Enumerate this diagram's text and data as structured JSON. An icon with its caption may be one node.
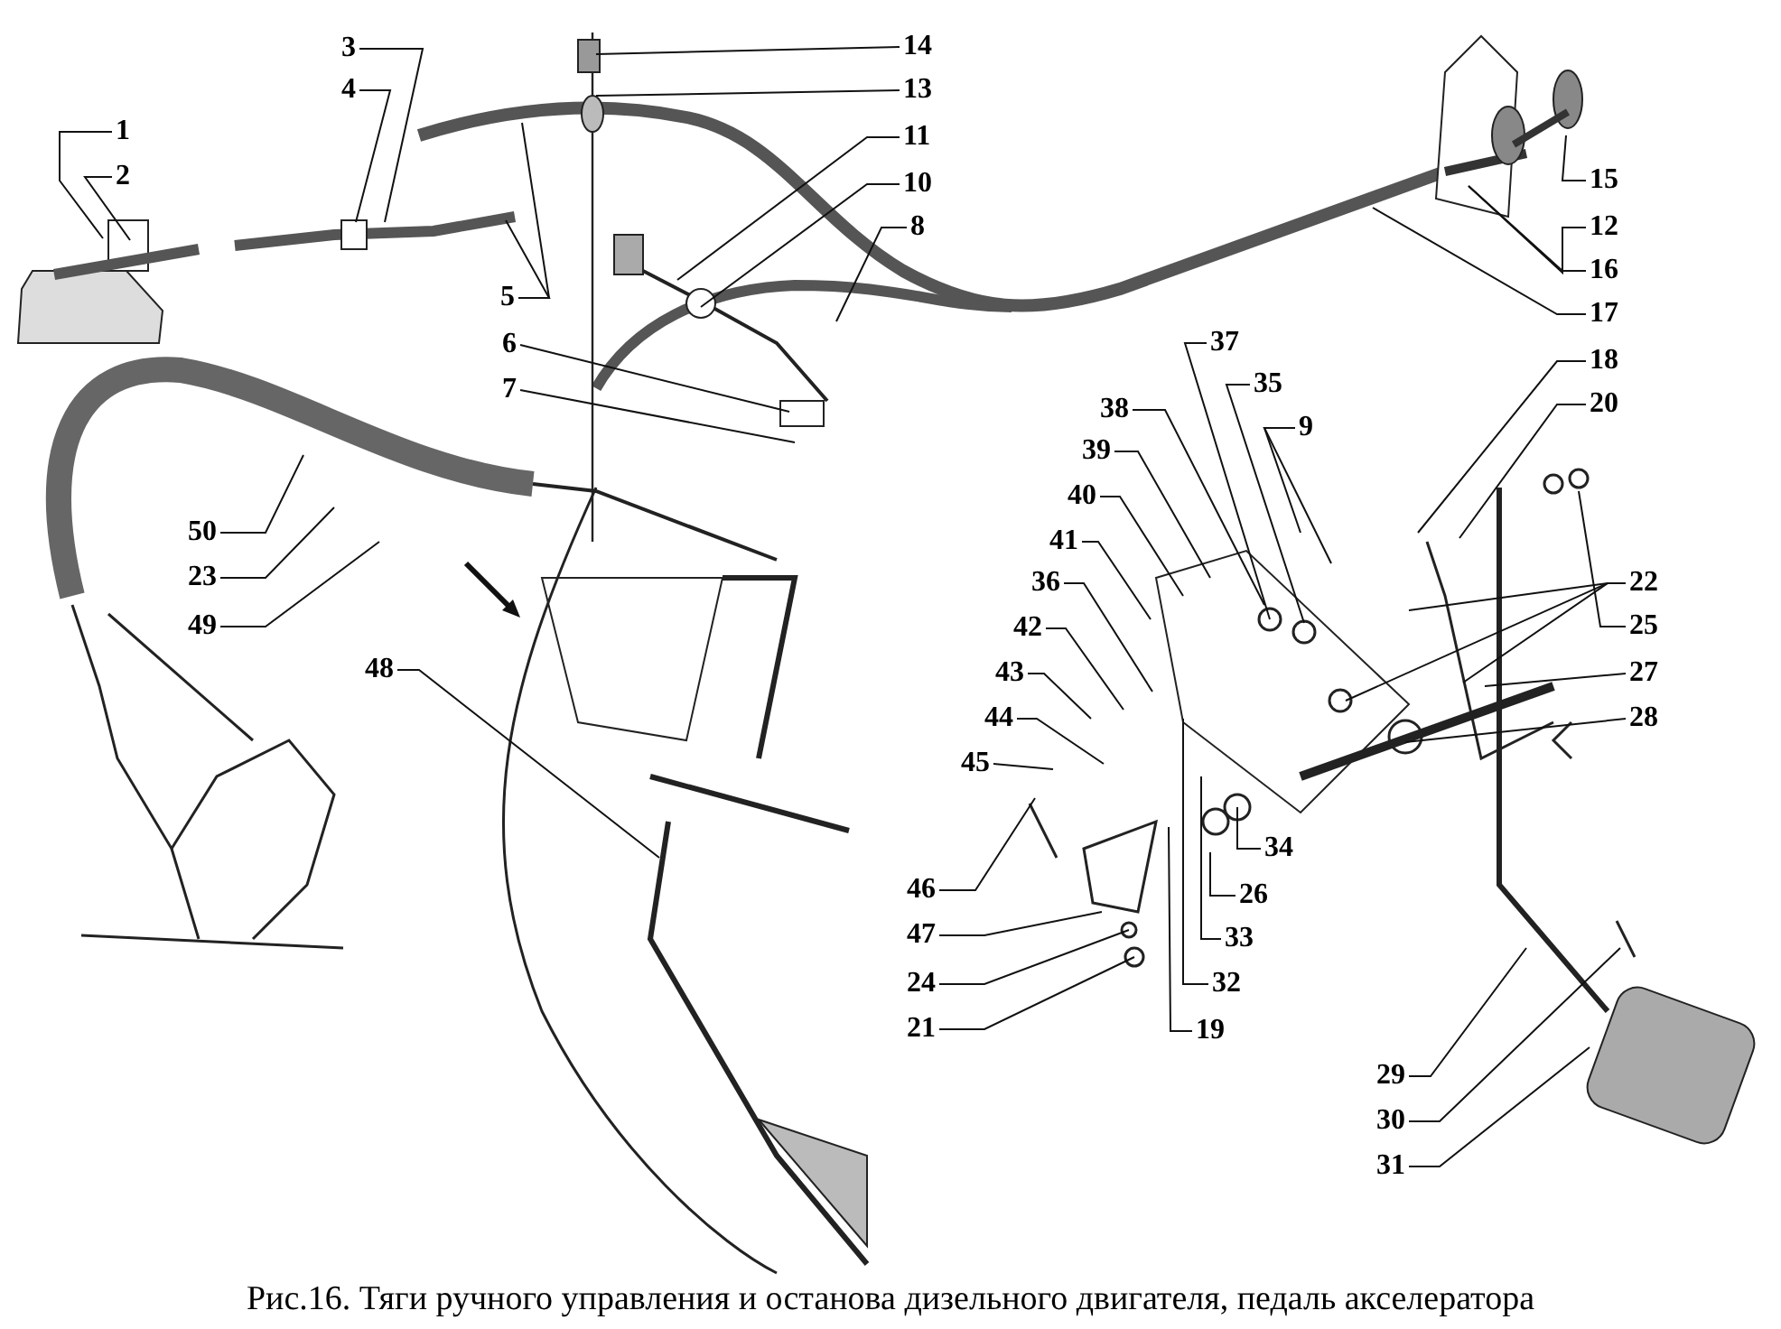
{
  "diagram": {
    "caption": "Рис.16. Тяги ручного управления и останова дизельного двигателя, педаль акселератора",
    "nodes": [
      {
        "text": [
          "1"
        ]
      },
      {
        "text": [
          "2"
        ]
      },
      {
        "text": [
          "3"
        ]
      },
      {
        "text": [
          "4"
        ]
      },
      {
        "text": [
          "5"
        ]
      },
      {
        "text": [
          "6"
        ]
      },
      {
        "text": [
          "7"
        ]
      },
      {
        "text": [
          "8"
        ]
      },
      {
        "text": [
          "9"
        ]
      },
      {
        "text": [
          "10"
        ]
      },
      {
        "text": [
          "11"
        ]
      },
      {
        "text": [
          "12"
        ]
      },
      {
        "text": [
          "13"
        ]
      },
      {
        "text": [
          "14"
        ]
      },
      {
        "text": [
          "15"
        ]
      },
      {
        "text": [
          "16"
        ]
      },
      {
        "text": [
          "17"
        ]
      },
      {
        "text": [
          "18"
        ]
      },
      {
        "text": [
          "19"
        ]
      },
      {
        "text": [
          "20"
        ]
      },
      {
        "text": [
          "21"
        ]
      },
      {
        "text": [
          "22"
        ]
      },
      {
        "text": [
          "23"
        ]
      },
      {
        "text": [
          "24"
        ]
      },
      {
        "text": [
          "25"
        ]
      },
      {
        "text": [
          "26"
        ]
      },
      {
        "text": [
          "27"
        ]
      },
      {
        "text": [
          "28"
        ]
      },
      {
        "text": [
          "29"
        ]
      },
      {
        "text": [
          "30"
        ]
      },
      {
        "text": [
          "31"
        ]
      },
      {
        "text": [
          "32"
        ]
      },
      {
        "text": [
          "33"
        ]
      },
      {
        "text": [
          "34"
        ]
      },
      {
        "text": [
          "35"
        ]
      },
      {
        "text": [
          "36"
        ]
      },
      {
        "text": [
          "37"
        ]
      },
      {
        "text": [
          "38"
        ]
      },
      {
        "text": [
          "39"
        ]
      },
      {
        "text": [
          "40"
        ]
      },
      {
        "text": [
          "41"
        ]
      },
      {
        "text": [
          "42"
        ]
      },
      {
        "text": [
          "43"
        ]
      },
      {
        "text": [
          "44"
        ]
      },
      {
        "text": [
          "45"
        ]
      },
      {
        "text": [
          "46"
        ]
      },
      {
        "text": [
          "47"
        ]
      },
      {
        "text": [
          "48"
        ]
      },
      {
        "text": [
          "49"
        ]
      },
      {
        "text": [
          "50"
        ]
      }
    ],
    "edges": [
      {
        "from": 0,
        "to": null,
        "arrow": "none"
      },
      {
        "from": 1,
        "to": null,
        "arrow": "none"
      },
      {
        "from": 2,
        "to": null,
        "arrow": "none"
      },
      {
        "from": 3,
        "to": null,
        "arrow": "none"
      },
      {
        "from": 4,
        "to": null,
        "arrow": "none"
      },
      {
        "from": 4,
        "to": null,
        "arrow": "none"
      },
      {
        "from": 5,
        "to": null,
        "arrow": "none"
      },
      {
        "from": 6,
        "to": null,
        "arrow": "none"
      },
      {
        "from": 7,
        "to": null,
        "arrow": "none"
      },
      {
        "from": 8,
        "to": null,
        "arrow": "none"
      },
      {
        "from": 8,
        "to": null,
        "arrow": "none"
      },
      {
        "from": 9,
        "to": null,
        "arrow": "none"
      },
      {
        "from": 10,
        "to": null,
        "arrow": "none"
      },
      {
        "from": 11,
        "to": null,
        "arrow": "none"
      },
      {
        "from": 12,
        "to": null,
        "arrow": "none"
      },
      {
        "from": 13,
        "to": null,
        "arrow": "none"
      },
      {
        "from": 14,
        "to": null,
        "arrow": "none"
      },
      {
        "from": 15,
        "to": null,
        "arrow": "none"
      },
      {
        "from": 16,
        "to": null,
        "arrow": "none"
      },
      {
        "from": 17,
        "to": null,
        "arrow": "none"
      },
      {
        "from": 18,
        "to": null,
        "arrow": "none"
      },
      {
        "from": 19,
        "to": null,
        "arrow": "none"
      },
      {
        "from": 20,
        "to": null,
        "arrow": "none"
      },
      {
        "from": 21,
        "to": null,
        "arrow": "none"
      },
      {
        "from": 21,
        "to": null,
        "arrow": "none"
      },
      {
        "from": 21,
        "to": null,
        "arrow": "none"
      },
      {
        "from": 22,
        "to": null,
        "arrow": "none"
      },
      {
        "from": 23,
        "to": null,
        "arrow": "none"
      },
      {
        "from": 24,
        "to": null,
        "arrow": "none"
      },
      {
        "from": 25,
        "to": null,
        "arrow": "none"
      },
      {
        "from": 26,
        "to": null,
        "arrow": "none"
      },
      {
        "from": 27,
        "to": null,
        "arrow": "none"
      },
      {
        "from": 28,
        "to": null,
        "arrow": "none"
      },
      {
        "from": 29,
        "to": null,
        "arrow": "none"
      },
      {
        "from": 30,
        "to": null,
        "arrow": "none"
      },
      {
        "from": 31,
        "to": null,
        "arrow": "none"
      },
      {
        "from": 32,
        "to": null,
        "arrow": "none"
      },
      {
        "from": 33,
        "to": null,
        "arrow": "none"
      },
      {
        "from": 34,
        "to": null,
        "arrow": "none"
      },
      {
        "from": 35,
        "to": null,
        "arrow": "none"
      },
      {
        "from": 36,
        "to": null,
        "arrow": "none"
      },
      {
        "from": 37,
        "to": null,
        "arrow": "none"
      },
      {
        "from": 38,
        "to": null,
        "arrow": "none"
      },
      {
        "from": 39,
        "to": null,
        "arrow": "none"
      },
      {
        "from": 40,
        "to": null,
        "arrow": "none"
      },
      {
        "from": 41,
        "to": null,
        "arrow": "none"
      },
      {
        "from": 42,
        "to": null,
        "arrow": "none"
      },
      {
        "from": 43,
        "to": null,
        "arrow": "none"
      },
      {
        "from": 44,
        "to": null,
        "arrow": "none"
      },
      {
        "from": 45,
        "to": null,
        "arrow": "none"
      },
      {
        "from": 46,
        "to": null,
        "arrow": "none"
      },
      {
        "from": 47,
        "to": null,
        "arrow": "none"
      },
      {
        "from": 48,
        "to": null,
        "arrow": "none"
      },
      {
        "from": 49,
        "to": null,
        "arrow": "none"
      }
    ]
  }
}
